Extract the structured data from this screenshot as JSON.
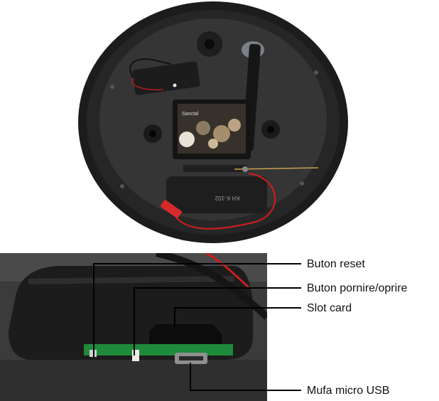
{
  "device_photo": {
    "module_text": "KH  K-102",
    "movement_brand": "Sanctal"
  },
  "callouts": {
    "reset_button": "Buton reset",
    "power_button": "Buton pornire/oprire",
    "card_slot": "Slot card",
    "micro_usb": "Mufa micro USB"
  },
  "colors": {
    "housing": "#2b2b2b",
    "cable_red": "#c81e1e",
    "pcb_green": "#1f8a3a"
  }
}
